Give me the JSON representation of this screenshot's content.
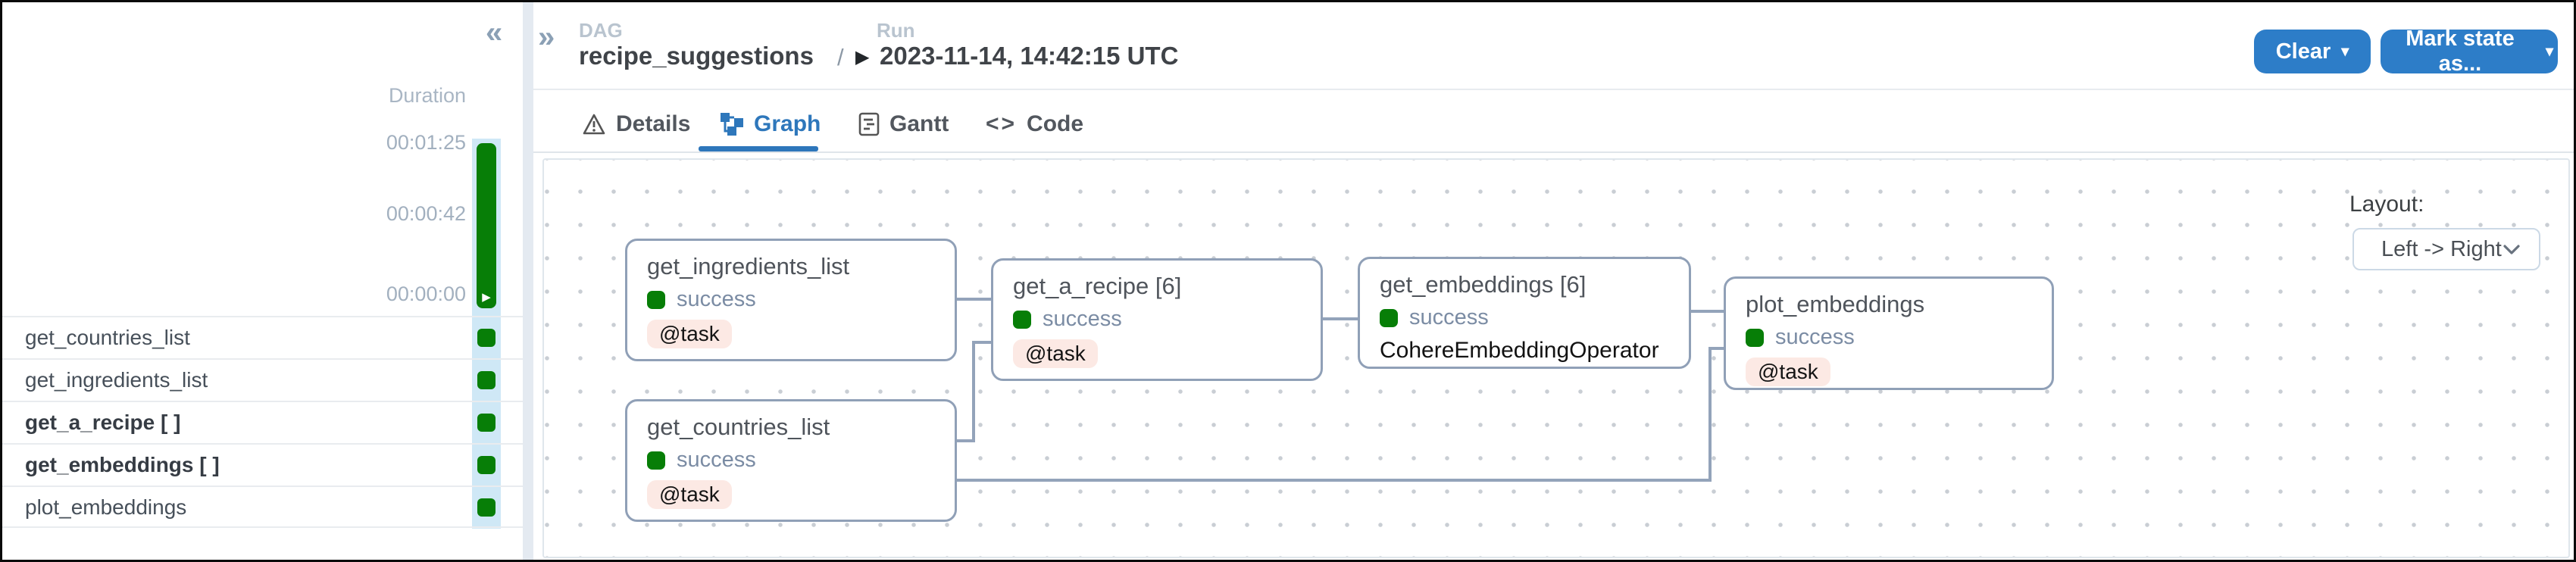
{
  "colors": {
    "primary_blue": "#2d7dc8",
    "active_tab_blue": "#2e77bb",
    "success_green": "#077e07",
    "node_border": "#90a0b7",
    "task_badge_bg": "#fce9e4",
    "selection_blue": "#cfe8f6"
  },
  "sidebar": {
    "collapse_icon": "«",
    "duration_label": "Duration",
    "duration_ticks": [
      "00:01:25",
      "00:00:42",
      "00:00:00"
    ],
    "run_status": "success",
    "tasks": [
      {
        "name": "get_countries_list",
        "bold": false,
        "status": "success"
      },
      {
        "name": "get_ingredients_list",
        "bold": false,
        "status": "success"
      },
      {
        "name": "get_a_recipe [ ]",
        "bold": true,
        "status": "success"
      },
      {
        "name": "get_embeddings [ ]",
        "bold": true,
        "status": "success"
      },
      {
        "name": "plot_embeddings",
        "bold": false,
        "status": "success"
      }
    ]
  },
  "header": {
    "expand_icon": "»",
    "dag_label": "DAG",
    "dag_name": "recipe_suggestions",
    "separator": "/",
    "run_label": "Run",
    "run_play_icon": "▶",
    "run_timestamp": "2023-11-14, 14:42:15 UTC",
    "clear_button": "Clear",
    "mark_state_button": "Mark state as...",
    "caret_icon": "▾"
  },
  "tabs": [
    {
      "label": "Details",
      "icon": "warning-triangle-icon",
      "active": false
    },
    {
      "label": "Graph",
      "icon": "graph-icon",
      "active": true
    },
    {
      "label": "Gantt",
      "icon": "gantt-icon",
      "active": false
    },
    {
      "label": "Code",
      "icon": "code-icon",
      "active": false
    }
  ],
  "graph": {
    "layout_label": "Layout:",
    "layout_value": "Left -> Right",
    "nodes": [
      {
        "title": "get_ingredients_list",
        "status": "success",
        "badge": "@task"
      },
      {
        "title": "get_countries_list",
        "status": "success",
        "badge": "@task"
      },
      {
        "title": "get_a_recipe [6]",
        "status": "success",
        "badge": "@task"
      },
      {
        "title": "get_embeddings [6]",
        "status": "success",
        "operator": "CohereEmbeddingOperator"
      },
      {
        "title": "plot_embeddings",
        "status": "success",
        "badge": "@task"
      }
    ],
    "edges": [
      "get_ingredients_list -> get_a_recipe",
      "get_countries_list -> get_a_recipe",
      "get_a_recipe -> get_embeddings",
      "get_embeddings -> plot_embeddings",
      "get_countries_list -> plot_embeddings"
    ]
  }
}
